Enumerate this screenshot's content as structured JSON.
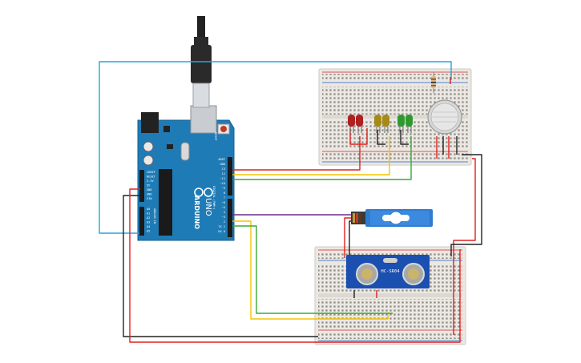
{
  "board": {
    "brand": "ARDUINO",
    "model": "UNO",
    "header_labels": [
      "AREF",
      "GND",
      "13",
      "12",
      "~11",
      "~10",
      "~9",
      "8",
      "7",
      "~6",
      "~5",
      "4",
      "~3",
      "2",
      "TX 1",
      "RX 0"
    ],
    "power_labels": [
      "IOREF",
      "RESET",
      "3.3V",
      "5V",
      "GND",
      "GND",
      "VIN"
    ],
    "analog_labels": [
      "A0",
      "A1",
      "A2",
      "A3",
      "A4",
      "A5"
    ],
    "digital_caption": "DIGITAL (PWM~)",
    "reset_caption": "RESET",
    "analog_caption": "ANALOG IN"
  },
  "sensor": {
    "label": "HC-SR04"
  },
  "colors": {
    "board": "#1f7bb6",
    "breadboard": "#e9e6e1",
    "wire_red": "#e02020",
    "wire_black": "#222222",
    "wire_yellow": "#f2c400",
    "wire_green": "#3aaa35",
    "wire_blue": "#2aa3d8",
    "wire_purple": "#6a2f8a",
    "servo": "#2e7bd0"
  },
  "icons": [
    "usb-plug-icon",
    "dc-jack-icon",
    "led-icon",
    "resistor-icon",
    "gas-sensor-icon",
    "servo-icon",
    "ultrasonic-sensor-icon"
  ]
}
